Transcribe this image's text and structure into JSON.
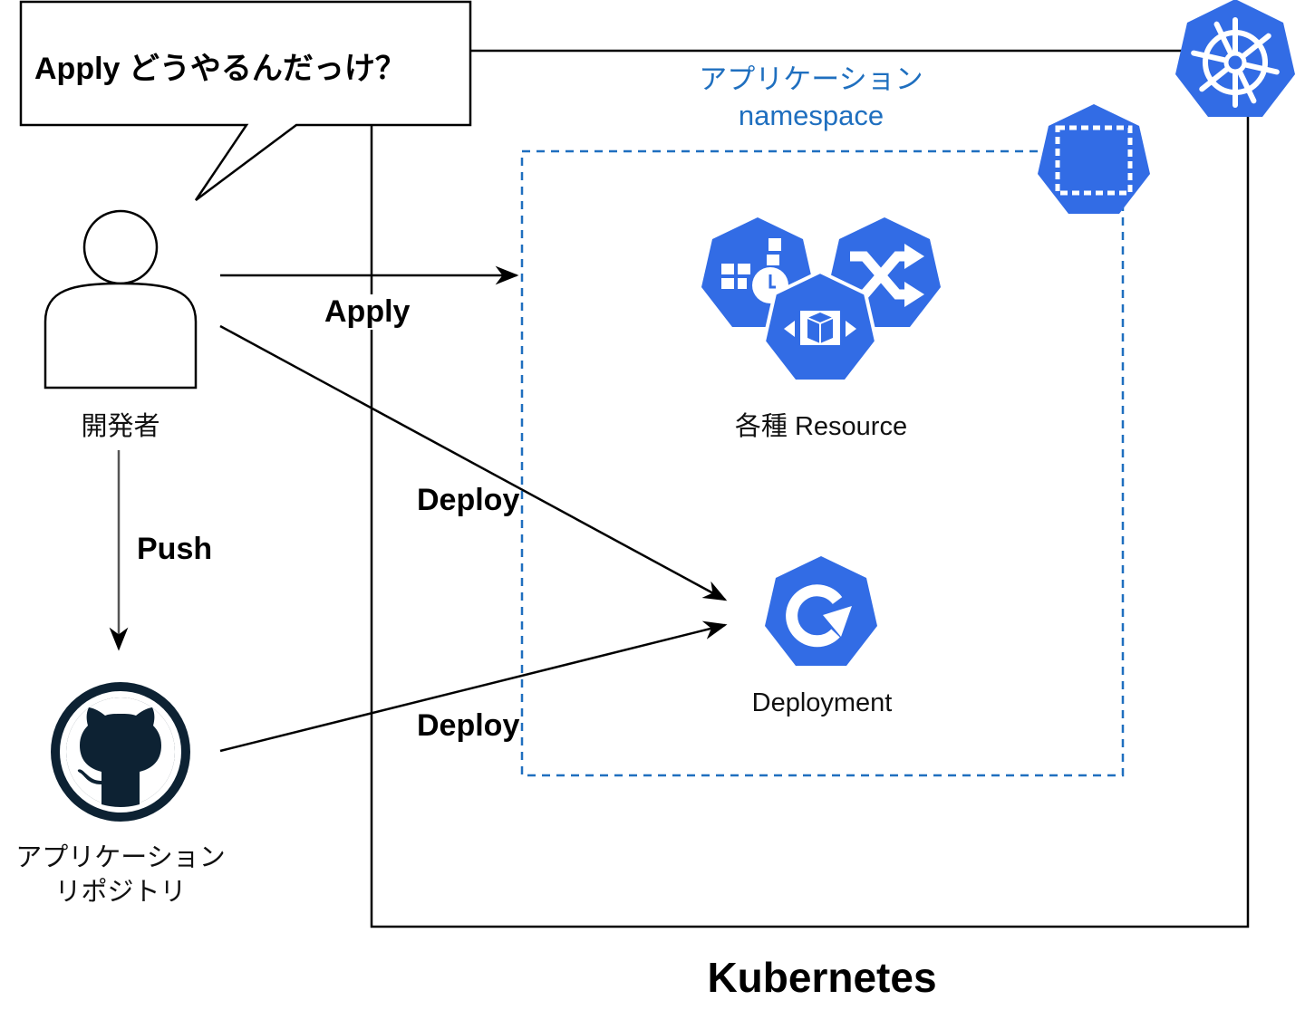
{
  "diagram": {
    "speech_bubble": {
      "text": "Apply どうやるんだっけ？"
    },
    "actors": {
      "developer": {
        "label": "開発者",
        "icon": "person-icon"
      },
      "repository": {
        "label_line1": "アプリケーション",
        "label_line2": "リポジトリ",
        "icon": "github-icon"
      }
    },
    "cluster": {
      "title": "Kubernetes",
      "icon": "kubernetes-helm-icon",
      "namespace": {
        "label_line1": "アプリケーション",
        "label_line2": "namespace",
        "icon": "namespace-icon",
        "border_color": "#1f6fbf"
      },
      "resources": {
        "label": "各種 Resource",
        "icons": [
          "cronjob-icon",
          "service-icon",
          "replicaset-icon"
        ]
      },
      "deployment": {
        "label": "Deployment",
        "icon": "deployment-icon"
      }
    },
    "edges": {
      "apply": "Apply",
      "push": "Push",
      "deploy_from_dev": "Deploy",
      "deploy_from_repo": "Deploy"
    },
    "colors": {
      "k8s_blue": "#326ce5",
      "github_dark": "#0d2233",
      "line": "#000000"
    }
  }
}
